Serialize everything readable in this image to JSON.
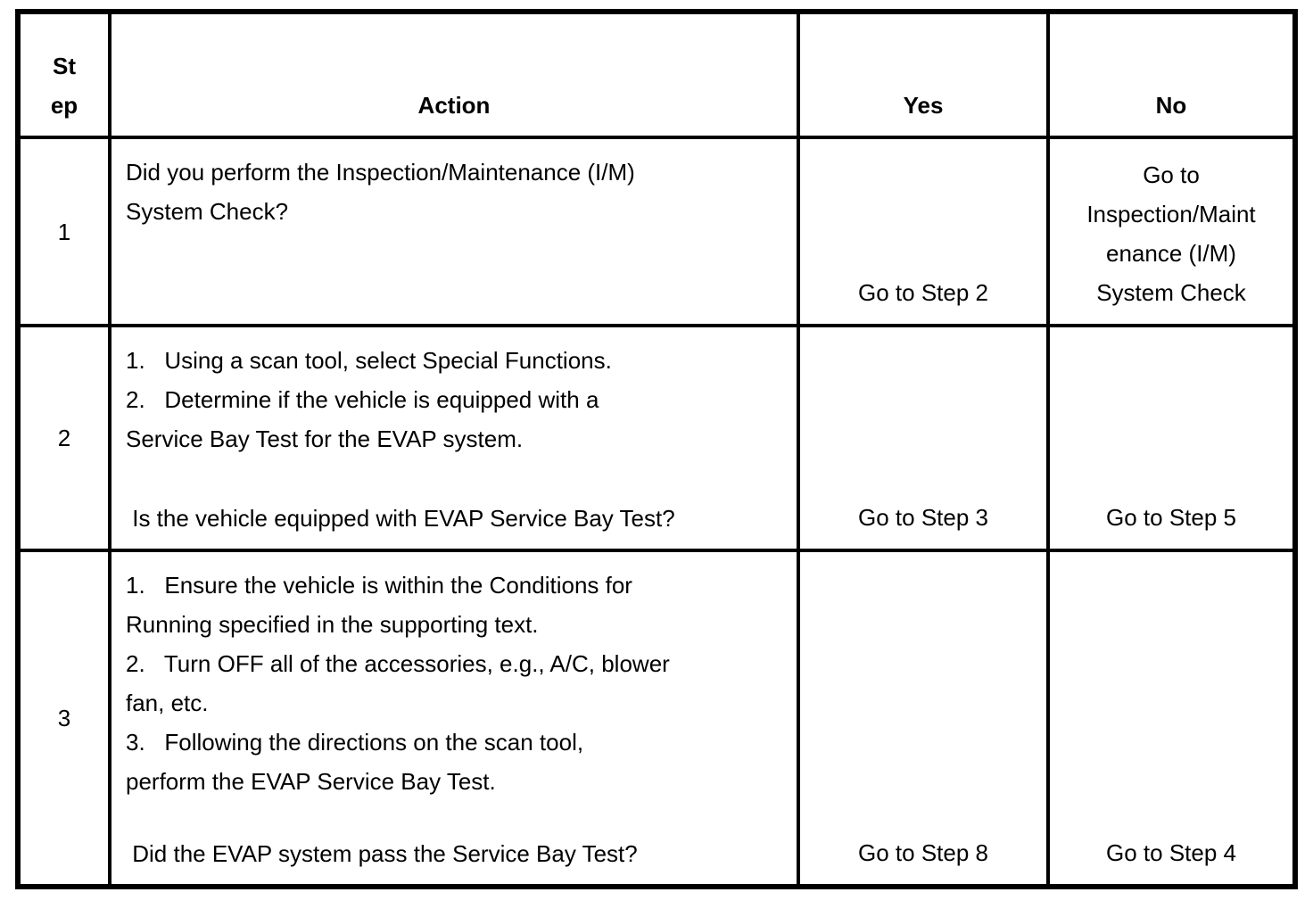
{
  "table": {
    "headers": {
      "step": "St\nep",
      "action": "Action",
      "yes": "Yes",
      "no": "No"
    },
    "rows": [
      {
        "step": "1",
        "action_body": "Did you perform the Inspection/Maintenance (I/M)\nSystem Check?",
        "yes": "Go to Step 2",
        "no": "Go to\nInspection/Maint\nenance (I/M)\nSystem Check"
      },
      {
        "step": "2",
        "action_body": "1.   Using a scan tool, select Special Functions.\n2.   Determine if the vehicle is equipped with a\nService Bay Test for the EVAP system.",
        "action_question": " Is the vehicle equipped with EVAP Service Bay Test?",
        "yes": "Go to Step 3",
        "no": "Go to Step 5"
      },
      {
        "step": "3",
        "action_body": "1.   Ensure the vehicle is within the Conditions for\nRunning specified in the supporting text.\n2.   Turn OFF all of the accessories, e.g., A/C, blower\nfan, etc.\n3.   Following the directions on the scan tool,\nperform the EVAP Service Bay Test.",
        "action_question": " Did the EVAP system pass the Service Bay Test?",
        "yes": "Go to Step 8",
        "no": "Go to Step 4"
      }
    ]
  }
}
